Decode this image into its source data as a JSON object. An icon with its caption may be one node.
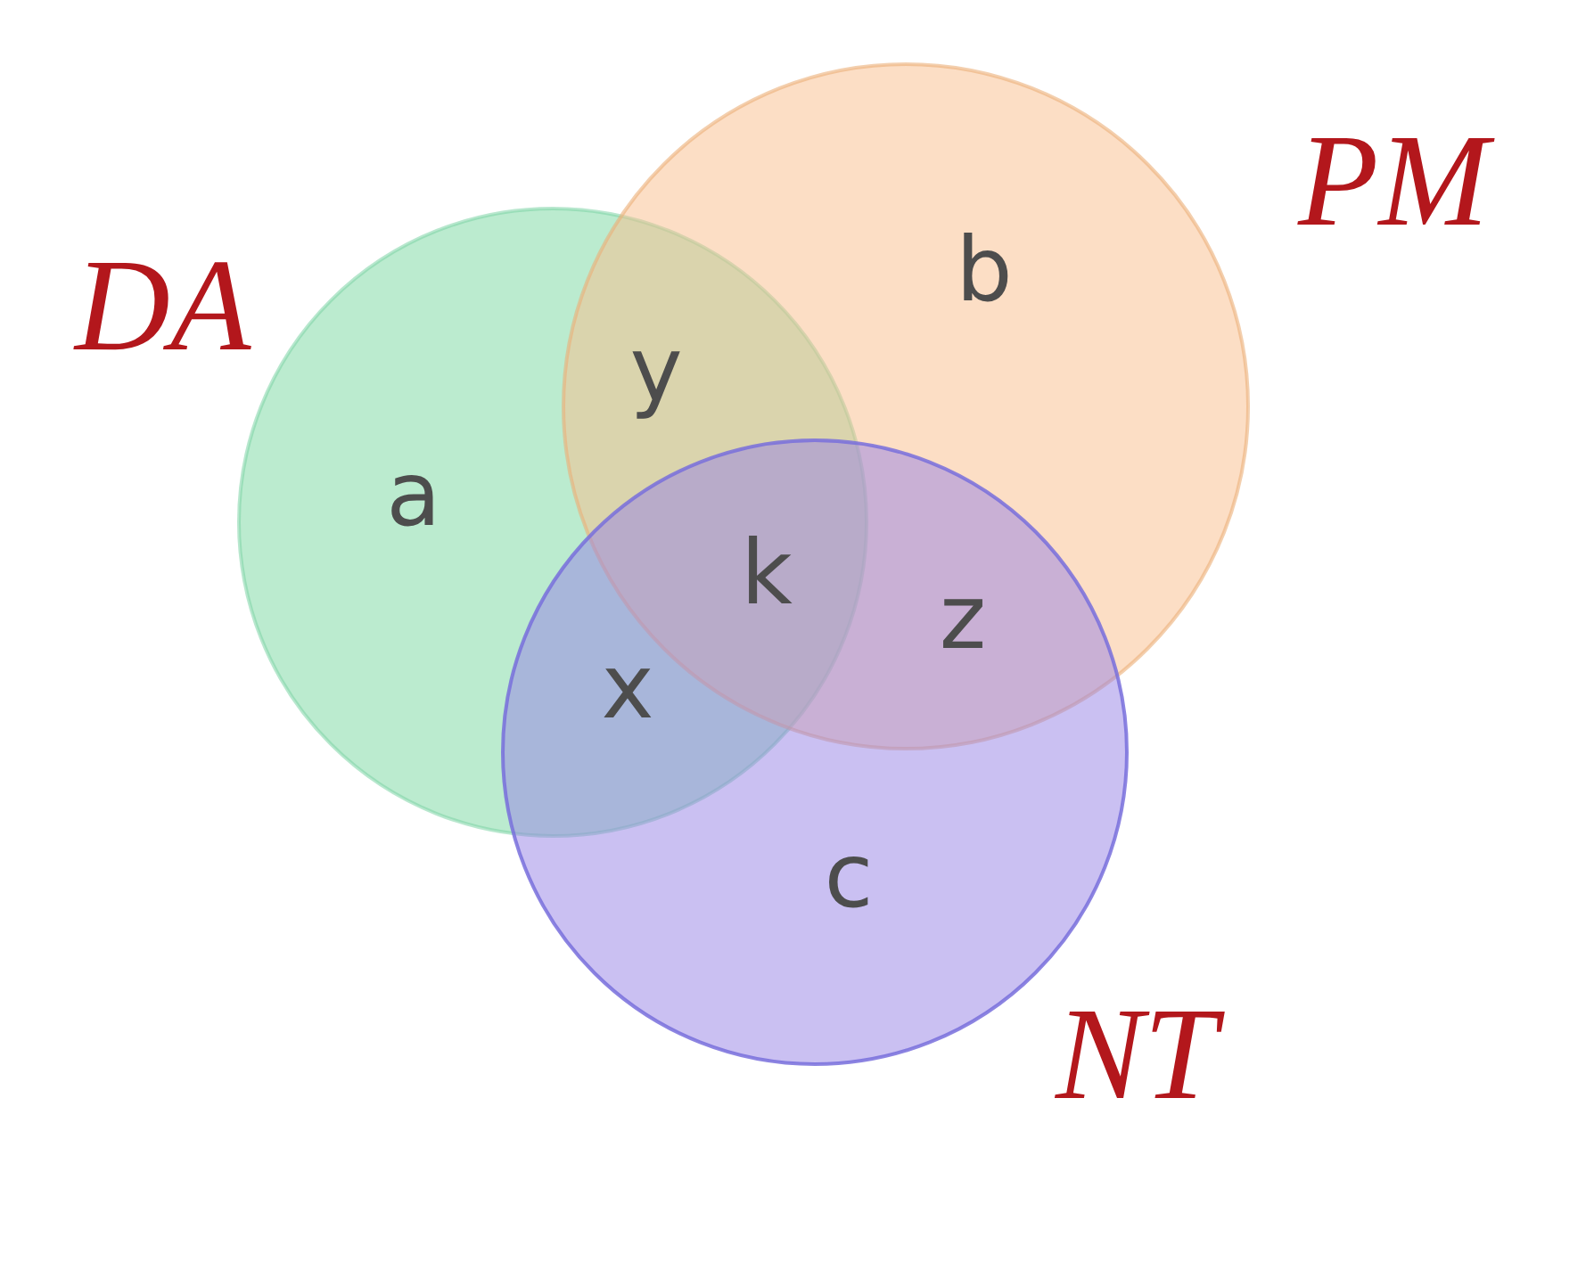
{
  "diagram": {
    "nodes": [
      {
        "text": [
          "DA"
        ]
      },
      {
        "text": [
          "PM"
        ]
      },
      {
        "text": [
          "NT"
        ]
      }
    ],
    "labels": [
      "b",
      "y",
      "a",
      "k",
      "z",
      "x",
      "c"
    ]
  }
}
